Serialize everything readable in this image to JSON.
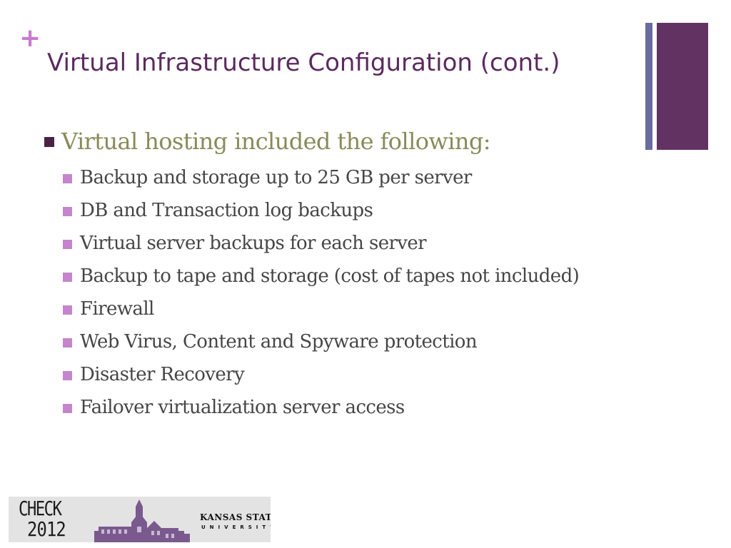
{
  "slide": {
    "title": "Virtual Infrastructure Configuration (cont.)",
    "corner_mark": "+",
    "main_bullet": "Virtual hosting included the following:",
    "sub_bullets": [
      "Backup and storage up to 25 GB per server",
      "DB and Transaction log backups",
      "Virtual server backups for each server",
      "Backup to tape and storage (cost of tapes not included)",
      "Firewall",
      "Web Virus, Content and Spyware protection",
      "Disaster Recovery",
      "Failover virtualization server access"
    ]
  },
  "logo": {
    "check": "CHECK",
    "year": "2012",
    "university_name": "KANSAS STATE",
    "university_word": "UNIVERSITY"
  },
  "colors": {
    "title": "#5b2a5f",
    "main_bullet_text": "#8a8a5a",
    "sub_bullet_text": "#464646",
    "sub_bullet_marker": "#c585cc",
    "accent_purple": "#623262",
    "accent_blue_gray": "#6a6c9e",
    "plus": "#c77bd0"
  }
}
